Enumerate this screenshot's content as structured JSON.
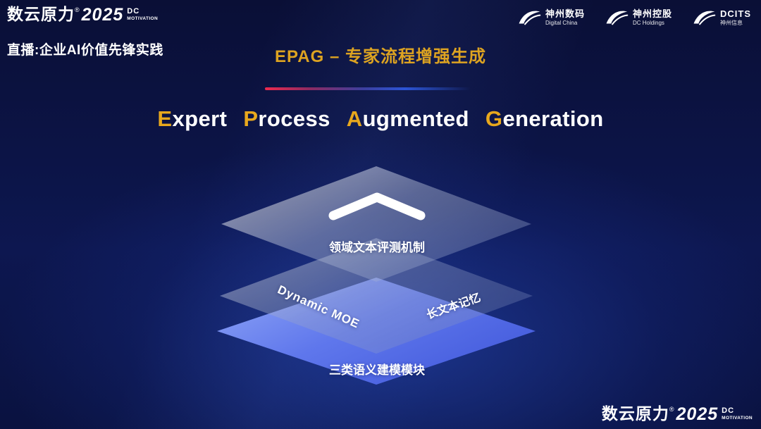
{
  "header": {
    "brand": {
      "name": "数云原力",
      "reg": "®",
      "year": "2025",
      "sub1": "DC",
      "sub2": "MOTIVATION"
    },
    "live_label": "直播:企业AI价值先锋实践",
    "page_title": "EPAG – 专家流程增强生成",
    "partners": [
      {
        "name": "神州数码",
        "sub": "Digital China"
      },
      {
        "name": "神州控股",
        "sub": "DC Holdings"
      },
      {
        "name": "DCITS",
        "sub": "神州信息"
      }
    ]
  },
  "main": {
    "title": {
      "w1f": "E",
      "w1r": "xpert",
      "w2f": "P",
      "w2r": "rocess",
      "w3f": "A",
      "w3r": "ugmented",
      "w4f": "G",
      "w4r": "eneration"
    }
  },
  "diagram": {
    "top_label": "领域文本评测机制",
    "mid_left_label": "Dynamic MOE",
    "mid_right_label": "长文本记忆",
    "bottom_label": "三类语义建模模块"
  },
  "footer": {
    "brand": {
      "name": "数云原力",
      "reg": "®",
      "year": "2025",
      "sub1": "DC",
      "sub2": "MOTIVATION"
    }
  },
  "colors": {
    "gold": "#e8a81d",
    "bg_dark": "#0a0f36",
    "bg_glow": "#1e3c96",
    "layer_blue": "#4e68e6",
    "accent_red": "#ee2a4e"
  }
}
